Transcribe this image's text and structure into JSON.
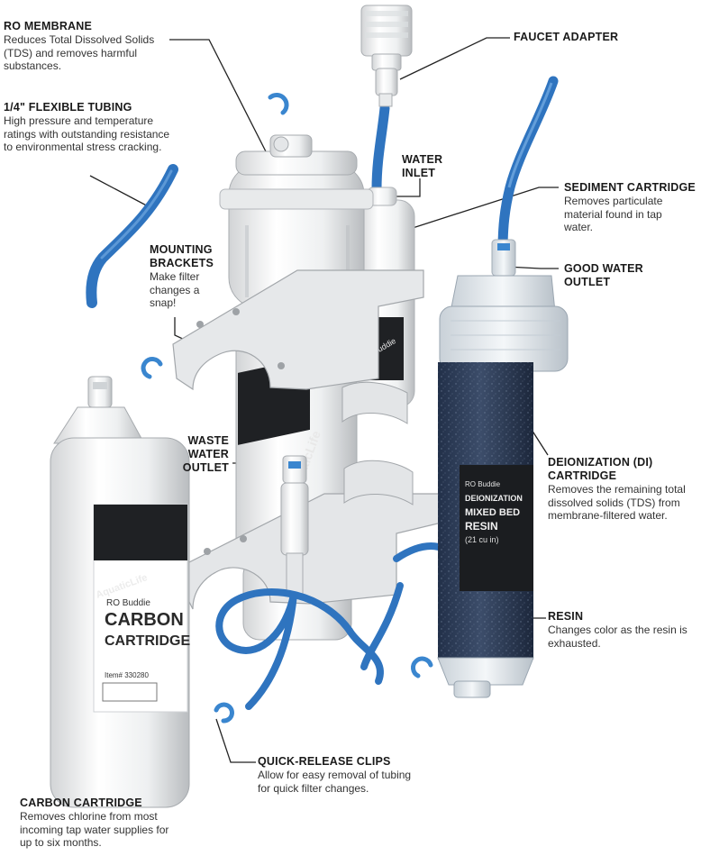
{
  "callouts": {
    "ro_membrane": {
      "title": "RO MEMBRANE",
      "desc": "Reduces Total Dissolved Solids (TDS) and removes harmful substances."
    },
    "flexible_tubing": {
      "title": "1/4\" FLEXIBLE TUBING",
      "desc": "High pressure and temperature ratings with outstanding resistance to environmental stress cracking."
    },
    "faucet_adapter": {
      "title": "FAUCET ADAPTER"
    },
    "water_inlet": {
      "title": "WATER INLET"
    },
    "sediment_cartridge": {
      "title": "SEDIMENT CARTRIDGE",
      "desc": "Removes particulate material found in tap water."
    },
    "mounting_brackets": {
      "title": "MOUNTING BRACKETS",
      "desc": "Make filter changes a snap!"
    },
    "good_water_outlet": {
      "title": "GOOD WATER OUTLET"
    },
    "waste_water_outlet": {
      "title": "WASTE WATER OUTLET"
    },
    "deionization_cartridge": {
      "title": "DEIONIZATION (DI) CARTRIDGE",
      "desc": "Removes the remaining total dissolved solids (TDS) from membrane-filtered water."
    },
    "resin": {
      "title": "RESIN",
      "desc": "Changes color as the resin is exhausted."
    },
    "quick_release_clips": {
      "title": "QUICK-RELEASE CLIPS",
      "desc": "Allow for easy removal of tubing for quick filter changes."
    },
    "carbon_cartridge": {
      "title": "CARBON CARTRIDGE",
      "desc": "Removes chlorine from most incoming tap water supplies for up to six months."
    }
  },
  "product_labels": {
    "brand": "AquaticLife",
    "carbon_series": "RO Buddie",
    "carbon_name_1": "CARBON",
    "carbon_name_2": "CARTRIDGE",
    "di_series": "RO Buddie",
    "di_name_1": "DEIONIZATION",
    "di_name_2": "MIXED BED",
    "di_name_3": "RESIN",
    "di_size": "(21 cu in)",
    "sediment_series": "RO Buddie",
    "carbon_item": "Item# 330280"
  },
  "colors": {
    "tubing_blue": "#2f74bf",
    "housing_white": "#ecedee",
    "resin_dark": "#2d3c56",
    "clip_blue": "#3a86cf"
  }
}
